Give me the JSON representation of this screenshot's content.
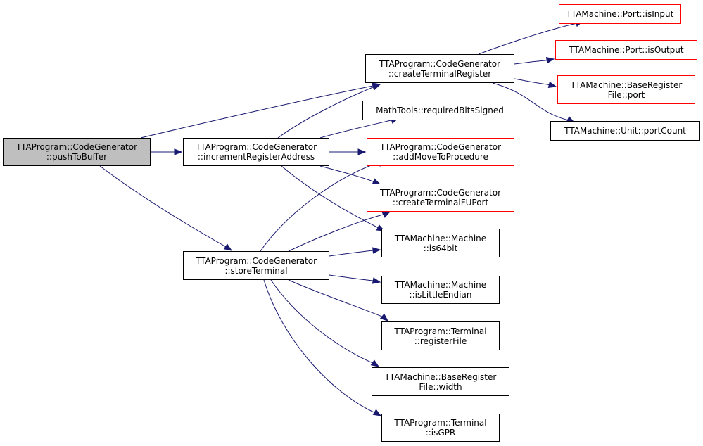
{
  "colors": {
    "edge": "#191970",
    "root_fill": "#bfbfbf",
    "external_border": "#ff0000",
    "node_border": "#000000"
  },
  "nodes": {
    "pushToBuffer": {
      "line1": "TTAProgram::CodeGenerator",
      "line2": "::pushToBuffer"
    },
    "incrementRegister": {
      "line1": "TTAProgram::CodeGenerator",
      "line2": "::incrementRegisterAddress"
    },
    "storeTerminal": {
      "line1": "TTAProgram::CodeGenerator",
      "line2": "::storeTerminal"
    },
    "createTerminalReg": {
      "line1": "TTAProgram::CodeGenerator",
      "line2": "::createTerminalRegister"
    },
    "requiredBitsSigned": {
      "line1": "MathTools::requiredBitsSigned"
    },
    "addMoveToProcedure": {
      "line1": "TTAProgram::CodeGenerator",
      "line2": "::addMoveToProcedure"
    },
    "createTerminalFU": {
      "line1": "TTAProgram::CodeGenerator",
      "line2": "::createTerminalFUPort"
    },
    "is64bit": {
      "line1": "TTAMachine::Machine",
      "line2": "::is64bit"
    },
    "isLittleEndian": {
      "line1": "TTAMachine::Machine",
      "line2": "::isLittleEndian"
    },
    "registerFile": {
      "line1": "TTAProgram::Terminal",
      "line2": "::registerFile"
    },
    "brfWidth": {
      "line1": "TTAMachine::BaseRegister",
      "line2": "File::width"
    },
    "isGPR": {
      "line1": "TTAProgram::Terminal",
      "line2": "::isGPR"
    },
    "portIsInput": {
      "line1": "TTAMachine::Port::isInput"
    },
    "portIsOutput": {
      "line1": "TTAMachine::Port::isOutput"
    },
    "brfPort": {
      "line1": "TTAMachine::BaseRegister",
      "line2": "File::port"
    },
    "unitPortCount": {
      "line1": "TTAMachine::Unit::portCount"
    }
  }
}
